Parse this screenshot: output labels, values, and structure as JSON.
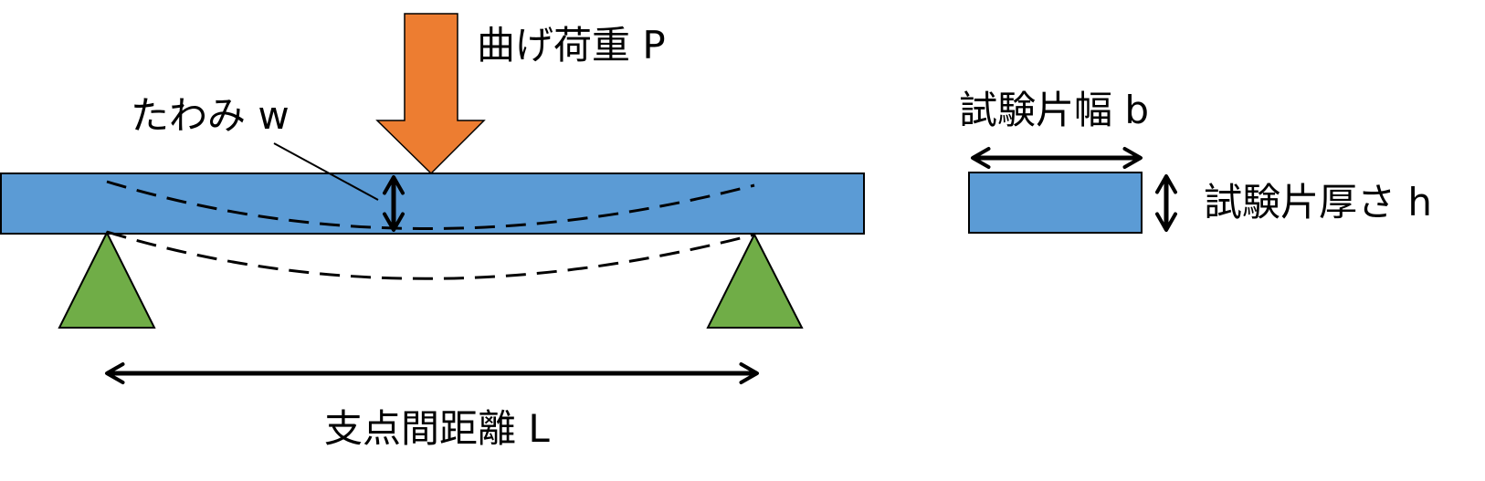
{
  "labels": {
    "load": "曲げ荷重 P",
    "deflection": "たわみ w",
    "span": "支点間距離 L",
    "width": "試験片幅 b",
    "thickness": "試験片厚さ h"
  },
  "colors": {
    "beam": "#5B9BD5",
    "load_arrow": "#ED7D31",
    "support": "#70AD47",
    "stroke": "#000000"
  }
}
